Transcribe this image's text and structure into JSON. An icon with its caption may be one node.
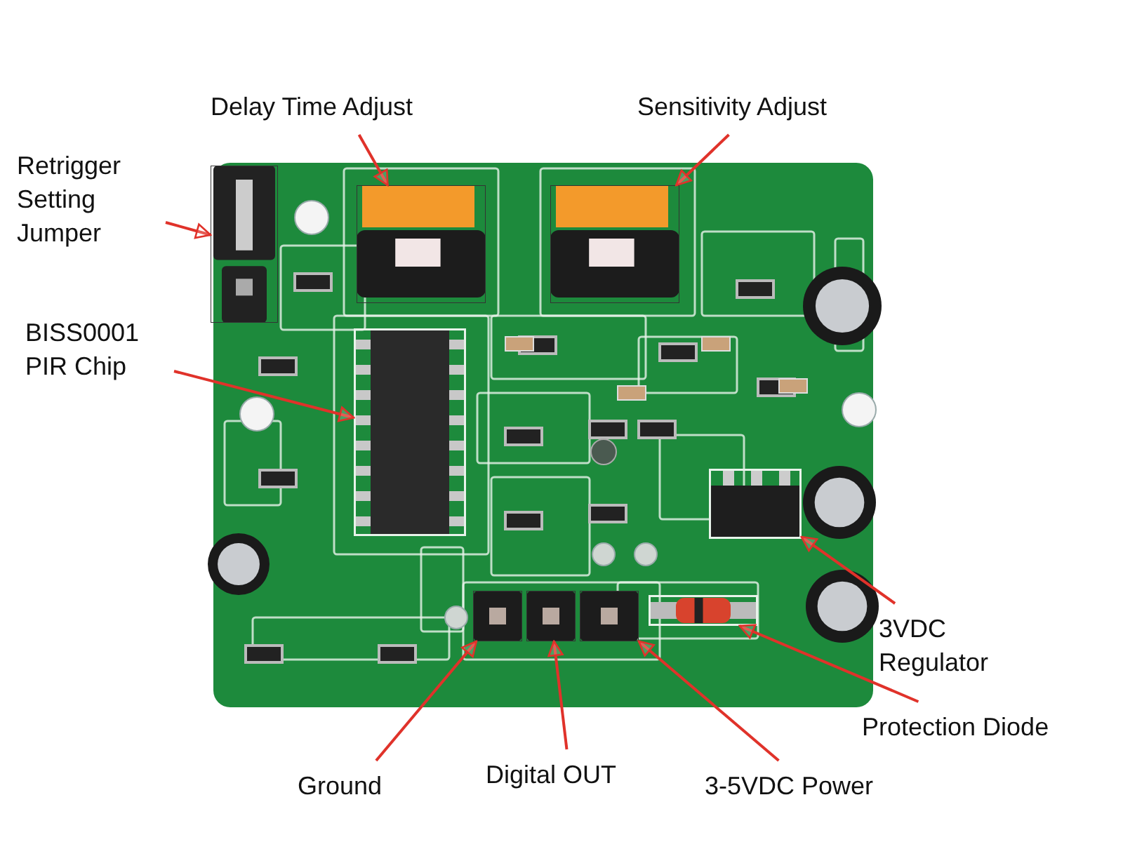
{
  "diagram": {
    "nodes": [
      {
        "text": [
          "Retrigger Setting Jumper"
        ]
      },
      {
        "text": [],
        "shape": "picture"
      },
      {
        "text": [
          "Delay Time Adjust"
        ]
      },
      {
        "text": [],
        "shape": "picture"
      },
      {
        "text": [
          "Sensitivity Adjust"
        ]
      },
      {
        "text": [],
        "shape": "picture"
      },
      {
        "text": [
          "BISS0001 PIR Chip"
        ]
      },
      {
        "text": [],
        "shape": "box"
      },
      {
        "text": [
          "3VDC Regulator"
        ]
      },
      {
        "text": [],
        "shape": "box"
      },
      {
        "text": [
          "Protection Diode"
        ]
      },
      {
        "text": [],
        "shape": "box"
      },
      {
        "text": [
          "Ground"
        ]
      },
      {
        "text": [],
        "shape": "picture"
      },
      {
        "text": [
          "Digital OUT"
        ]
      },
      {
        "text": [],
        "shape": "picture"
      },
      {
        "text": [
          "3-5VDC Power"
        ]
      },
      {
        "text": [],
        "shape": "picture"
      }
    ],
    "edges": [
      {
        "from": 0,
        "to": 1,
        "arrow": "to"
      },
      {
        "from": 2,
        "to": 3,
        "arrow": "to"
      },
      {
        "from": 4,
        "to": 5,
        "arrow": "to"
      },
      {
        "from": 6,
        "to": 7,
        "arrow": "to"
      },
      {
        "from": 8,
        "to": 9,
        "arrow": "to"
      },
      {
        "from": 10,
        "to": 11,
        "arrow": "to"
      },
      {
        "from": 12,
        "to": 13,
        "arrow": "to"
      },
      {
        "from": 14,
        "to": 15,
        "arrow": "to"
      },
      {
        "from": 16,
        "to": 17,
        "arrow": "to"
      }
    ]
  }
}
